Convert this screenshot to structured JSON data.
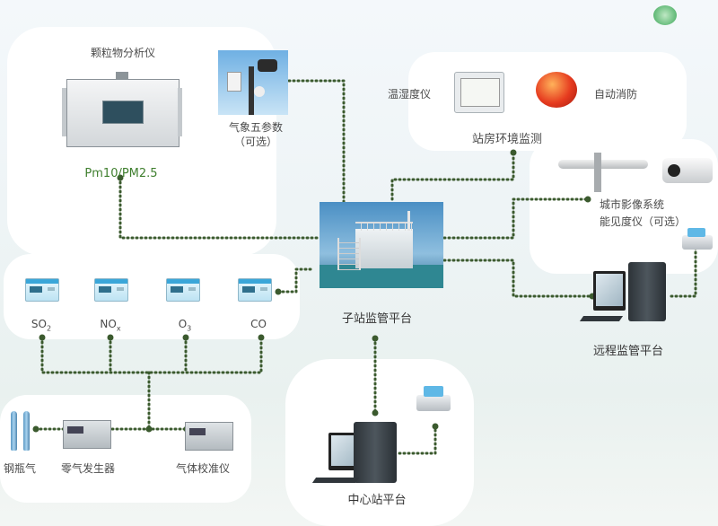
{
  "nodes": {
    "particulate": {
      "name": "颗粒物分析仪",
      "measure": "Pm10/PM2.5"
    },
    "weather": {
      "name": "气象五参数",
      "optional": "（可选）"
    },
    "hygrometer": {
      "name": "温湿度仪"
    },
    "extinguisher": {
      "name": "自动消防"
    },
    "station_env": {
      "name": "站房环境监测"
    },
    "camera": {
      "name": "城市影像系统",
      "visibility": "能见度仪（可选）"
    },
    "substation": {
      "name": "子站监管平台"
    },
    "analyzers": [
      {
        "base": "SO",
        "sub": "2"
      },
      {
        "base": "NO",
        "sub": "x"
      },
      {
        "base": "O",
        "sub": "3"
      },
      {
        "base": "CO",
        "sub": ""
      }
    ],
    "cylinder": {
      "name": "钢瓶气"
    },
    "zero_air": {
      "name": "零气发生器"
    },
    "calibrator": {
      "name": "气体校准仪"
    },
    "remote": {
      "name": "远程监管平台"
    },
    "center": {
      "name": "中心站平台"
    }
  },
  "colors": {
    "connector": "#3b5a2e",
    "pm_label": "#3f7f2e",
    "accent_blue": "#3aa6d9"
  }
}
